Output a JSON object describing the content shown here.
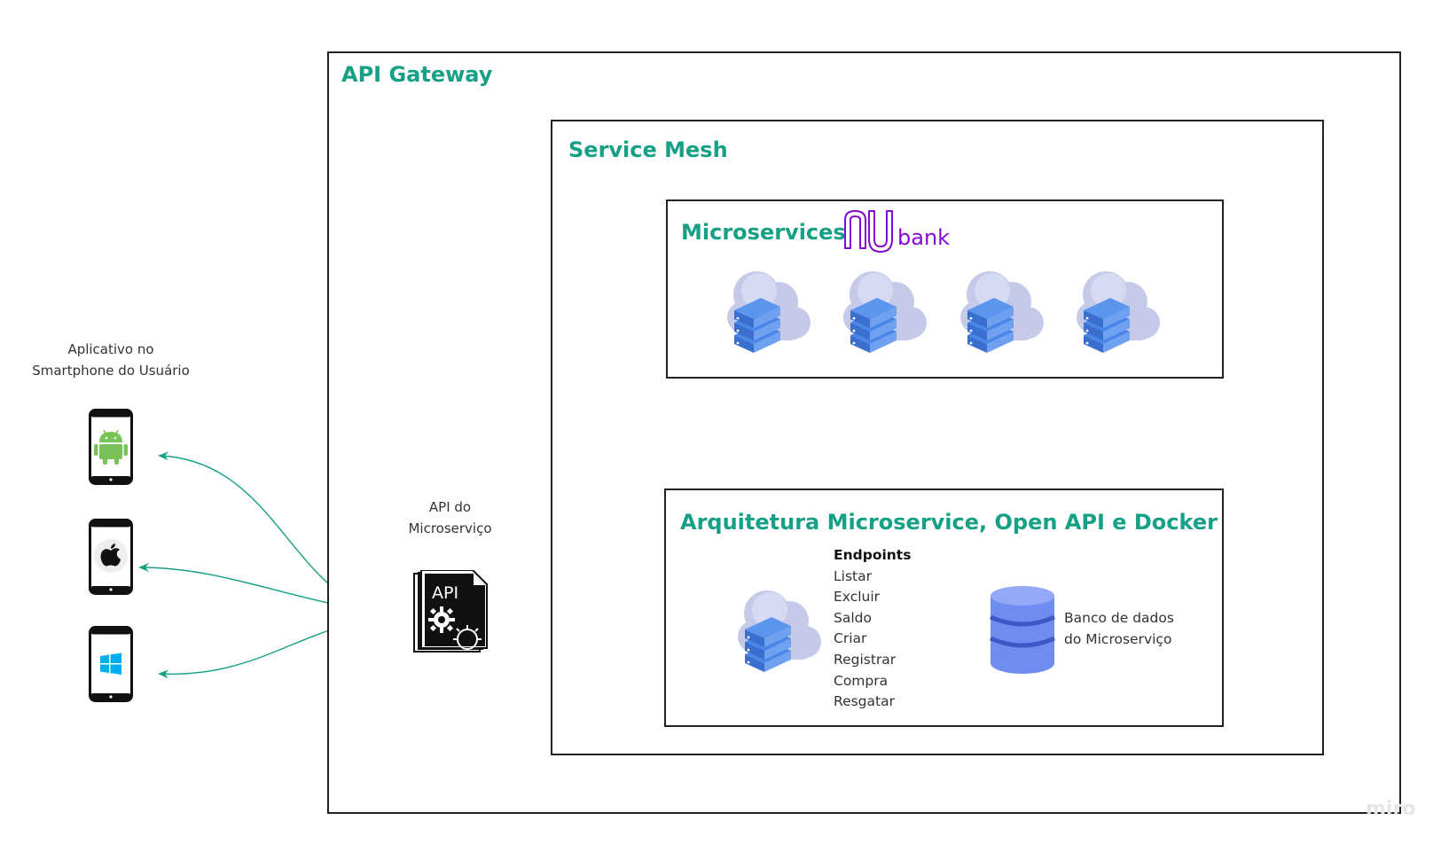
{
  "phones": {
    "caption_line1": "Aplicativo no",
    "caption_line2": "Smartphone do Usuário"
  },
  "api_gateway": {
    "title": "API Gateway"
  },
  "api_doc": {
    "icon_text": "API",
    "caption_line1": "API do",
    "caption_line2": "Microserviço"
  },
  "service_mesh": {
    "title": "Service Mesh"
  },
  "microservices": {
    "title": "Microservices",
    "logo_text": "bank"
  },
  "architecture": {
    "title": "Arquitetura Microservice, Open API e Docker",
    "endpoints_title": "Endpoints",
    "endpoints": [
      "Listar",
      "Excluir",
      "Saldo",
      "Criar",
      "Registrar",
      "Compra",
      "Resgatar"
    ],
    "db_label_line1": "Banco de dados",
    "db_label_line2": "do Microserviço"
  },
  "watermark": "miro",
  "colors": {
    "accent": "#16a085",
    "nubank_purple": "#820ad1",
    "android_green": "#78c257",
    "windows_blue": "#00adef",
    "server_blue": "#4a86e8",
    "cloud_lavender": "#c5cae9",
    "db_blue": "#6f8df0"
  },
  "icons": [
    "android-icon",
    "apple-icon",
    "windows-icon",
    "api-document-icon",
    "cloud-server-icon",
    "database-icon",
    "nubank-logo"
  ]
}
